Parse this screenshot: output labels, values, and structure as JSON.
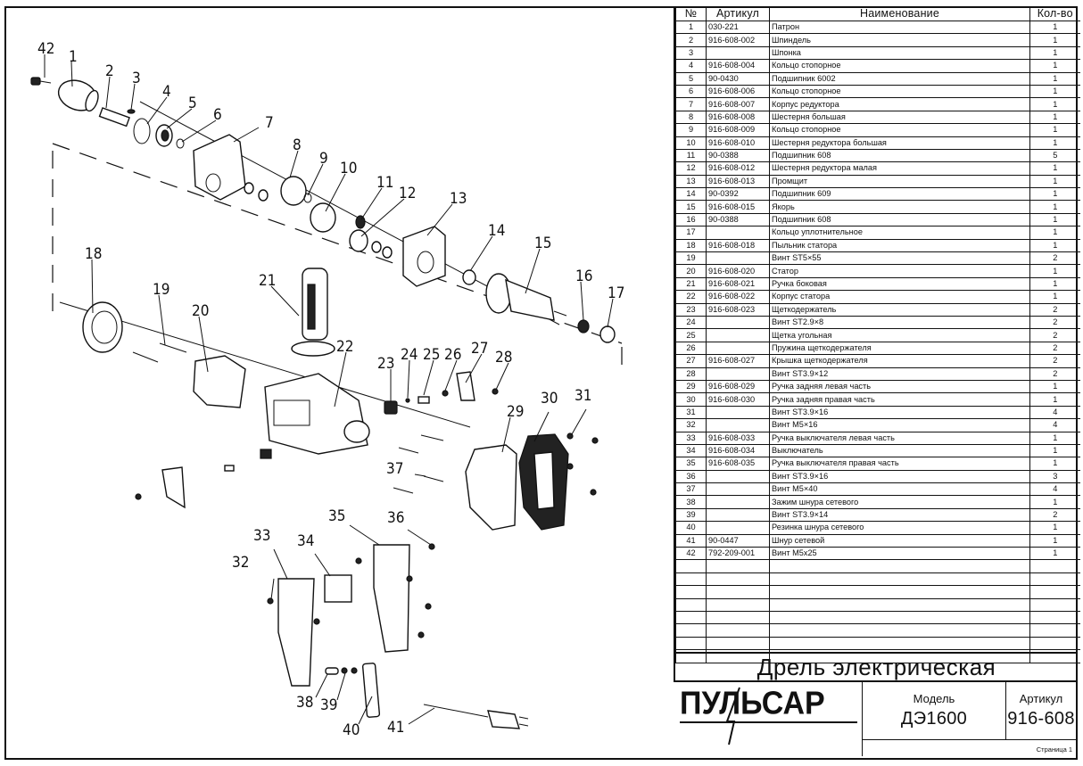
{
  "diagram": {
    "title": "Exploded parts diagram",
    "callouts": [
      "42",
      "1",
      "2",
      "3",
      "4",
      "5",
      "6",
      "7",
      "8",
      "9",
      "10",
      "11",
      "12",
      "13",
      "14",
      "15",
      "16",
      "17",
      "18",
      "19",
      "20",
      "21",
      "22",
      "23",
      "24",
      "25",
      "26",
      "27",
      "28",
      "29",
      "30",
      "31",
      "32",
      "33",
      "34",
      "35",
      "36",
      "37",
      "38",
      "39",
      "40",
      "41"
    ]
  },
  "table": {
    "headers": {
      "num": "№",
      "article": "Артикул",
      "name": "Наименование",
      "qty": "Кол-во"
    },
    "rows": [
      {
        "num": "1",
        "article": "030-221",
        "name": "Патрон",
        "qty": "1"
      },
      {
        "num": "2",
        "article": "916-608-002",
        "name": "Шпиндель",
        "qty": "1"
      },
      {
        "num": "3",
        "article": "",
        "name": "Шпонка",
        "qty": "1"
      },
      {
        "num": "4",
        "article": "916-608-004",
        "name": "Кольцо стопорное",
        "qty": "1"
      },
      {
        "num": "5",
        "article": "90-0430",
        "name": "Подшипник 6002",
        "qty": "1"
      },
      {
        "num": "6",
        "article": "916-608-006",
        "name": "Кольцо стопорное",
        "qty": "1"
      },
      {
        "num": "7",
        "article": "916-608-007",
        "name": "Корпус редуктора",
        "qty": "1"
      },
      {
        "num": "8",
        "article": "916-608-008",
        "name": "Шестерня большая",
        "qty": "1"
      },
      {
        "num": "9",
        "article": "916-608-009",
        "name": "Кольцо стопорное",
        "qty": "1"
      },
      {
        "num": "10",
        "article": "916-608-010",
        "name": "Шестерня редуктора большая",
        "qty": "1"
      },
      {
        "num": "11",
        "article": "90-0388",
        "name": "Подшипник  608",
        "qty": "5"
      },
      {
        "num": "12",
        "article": "916-608-012",
        "name": "Шестерня редуктора малая",
        "qty": "1"
      },
      {
        "num": "13",
        "article": "916-608-013",
        "name": "Промщит",
        "qty": "1"
      },
      {
        "num": "14",
        "article": "90-0392",
        "name": "Подшипник 609",
        "qty": "1"
      },
      {
        "num": "15",
        "article": "916-608-015",
        "name": "Якорь",
        "qty": "1"
      },
      {
        "num": "16",
        "article": "90-0388",
        "name": "Подшипник  608",
        "qty": "1"
      },
      {
        "num": "17",
        "article": "",
        "name": "Кольцо уплотнительное",
        "qty": "1"
      },
      {
        "num": "18",
        "article": "916-608-018",
        "name": "Пыльник статора",
        "qty": "1"
      },
      {
        "num": "19",
        "article": "",
        "name": "Винт ST5×55",
        "qty": "2"
      },
      {
        "num": "20",
        "article": "916-608-020",
        "name": "Статор",
        "qty": "1"
      },
      {
        "num": "21",
        "article": "916-608-021",
        "name": "Ручка боковая",
        "qty": "1"
      },
      {
        "num": "22",
        "article": "916-608-022",
        "name": "Корпус статора",
        "qty": "1"
      },
      {
        "num": "23",
        "article": "916-608-023",
        "name": "Щеткодержатель",
        "qty": "2"
      },
      {
        "num": "24",
        "article": "",
        "name": "Винт ST2.9×8",
        "qty": "2"
      },
      {
        "num": "25",
        "article": "",
        "name": "Щетка угольная",
        "qty": "2"
      },
      {
        "num": "26",
        "article": "",
        "name": "Пружина щеткодержателя",
        "qty": "2"
      },
      {
        "num": "27",
        "article": "916-608-027",
        "name": "Крышка щеткодержателя",
        "qty": "2"
      },
      {
        "num": "28",
        "article": "",
        "name": "Винт ST3.9×12",
        "qty": "2"
      },
      {
        "num": "29",
        "article": "916-608-029",
        "name": "Ручка задняя левая часть",
        "qty": "1"
      },
      {
        "num": "30",
        "article": "916-608-030",
        "name": "Ручка задняя правая часть",
        "qty": "1"
      },
      {
        "num": "31",
        "article": "",
        "name": "Винт  ST3.9×16",
        "qty": "4"
      },
      {
        "num": "32",
        "article": "",
        "name": "Винт M5×16",
        "qty": "4"
      },
      {
        "num": "33",
        "article": "916-608-033",
        "name": "Ручка выключателя левая часть",
        "qty": "1"
      },
      {
        "num": "34",
        "article": "916-608-034",
        "name": "Выключатель",
        "qty": "1"
      },
      {
        "num": "35",
        "article": "916-608-035",
        "name": "Ручка выключателя правая часть",
        "qty": "1"
      },
      {
        "num": "36",
        "article": "",
        "name": "Винт  ST3.9×16",
        "qty": "3"
      },
      {
        "num": "37",
        "article": "",
        "name": "Винт M5×40",
        "qty": "4"
      },
      {
        "num": "38",
        "article": "",
        "name": "Зажим шнура сетевого",
        "qty": "1"
      },
      {
        "num": "39",
        "article": "",
        "name": "Винт ST3.9×14",
        "qty": "2"
      },
      {
        "num": "40",
        "article": "",
        "name": "Резинка шнура сетевого",
        "qty": "1"
      },
      {
        "num": "41",
        "article": "90-0447",
        "name": "Шнур сетевой",
        "qty": "1"
      },
      {
        "num": "42",
        "article": "792-209-001",
        "name": "Винт M5x25",
        "qty": "1"
      }
    ],
    "empty_rows": 8
  },
  "title_block": {
    "product_title": "Дрель электрическая",
    "brand": "ПУЛЬСАР",
    "model_label": "Модель",
    "model_value": "ДЭ1600",
    "article_label": "Артикул",
    "article_value": "916-608",
    "page_label": "Страница 1"
  }
}
